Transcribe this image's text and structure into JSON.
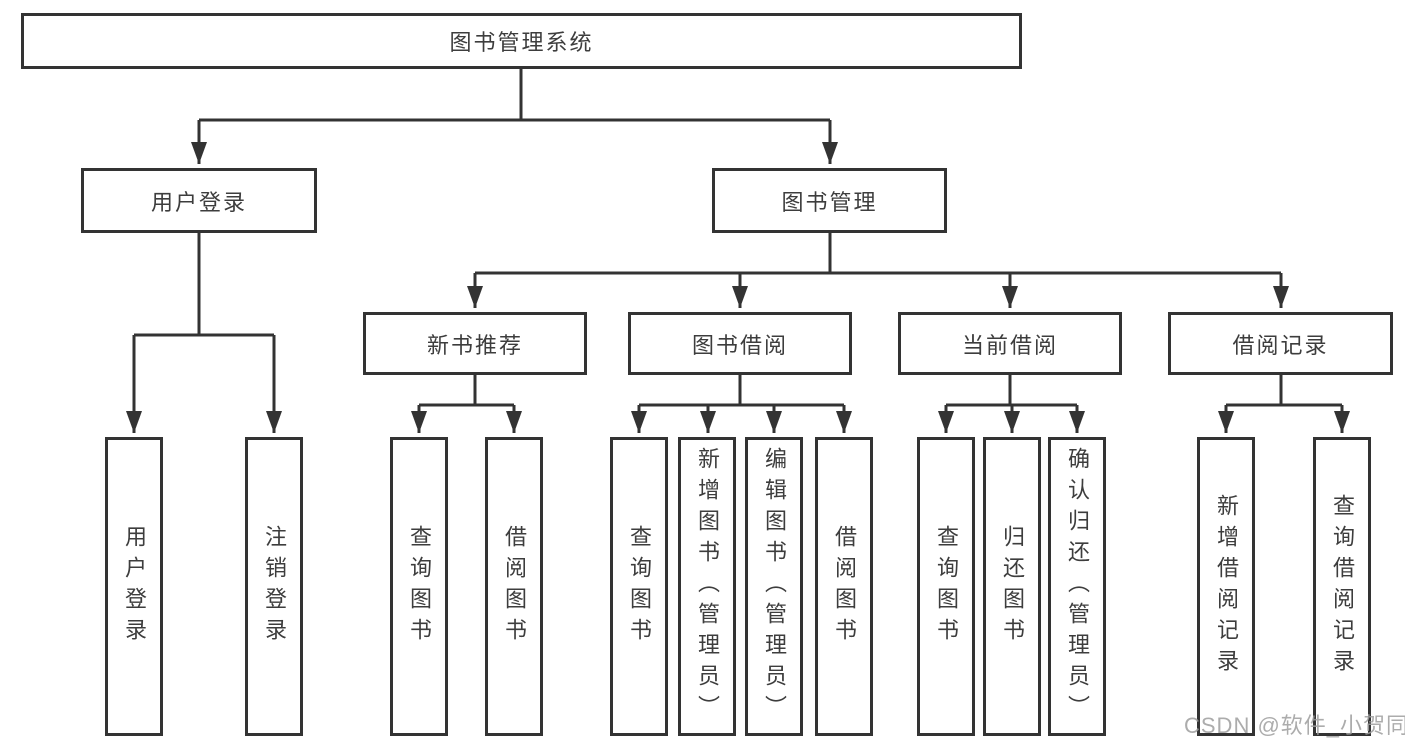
{
  "diagram": {
    "root": {
      "label": "图书管理系统"
    },
    "level2": [
      {
        "label": "用户登录"
      },
      {
        "label": "图书管理"
      }
    ],
    "level3": [
      {
        "label": "新书推荐"
      },
      {
        "label": "图书借阅"
      },
      {
        "label": "当前借阅"
      },
      {
        "label": "借阅记录"
      }
    ],
    "leaves": [
      {
        "label": "用户登录"
      },
      {
        "label": "注销登录"
      },
      {
        "label": "查询图书"
      },
      {
        "label": "借阅图书"
      },
      {
        "label": "查询图书"
      },
      {
        "label": "新增图书（管理员）"
      },
      {
        "label": "编辑图书（管理员）"
      },
      {
        "label": "借阅图书"
      },
      {
        "label": "查询图书"
      },
      {
        "label": "归还图书"
      },
      {
        "label": "确认归还（管理员）"
      },
      {
        "label": "新增借阅记录"
      },
      {
        "label": "查询借阅记录"
      }
    ]
  },
  "watermark": {
    "text": "CSDN @软件_小贺同学"
  },
  "colors": {
    "line": "#333333",
    "box_border": "#333333",
    "text": "#3d3d3d",
    "watermark": "#9e9e9e",
    "background": "#ffffff"
  }
}
